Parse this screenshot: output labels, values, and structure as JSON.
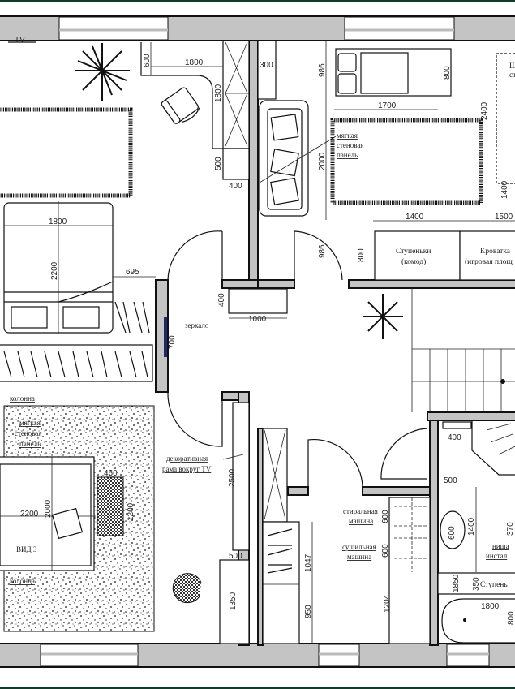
{
  "colors": {
    "border_green": "#0f3d2a",
    "wall": "#c4c4c4",
    "line": "#111111"
  },
  "bedroom": {
    "tv": "TV",
    "dim_desk_depth": "600",
    "dim_desk_len": "1800",
    "dim_desk_side": "1800",
    "dim_500": "500",
    "dim_400": "400",
    "dim_bed_w": "1800",
    "dim_bed_l": "2200",
    "dim_695": "695",
    "mirror": "зеркало",
    "dim_700": "700",
    "dim_1000": "1000"
  },
  "nursery": {
    "dim_300": "300",
    "dim_986_top": "986",
    "dim_800_bed": "800",
    "dim_1700": "1700",
    "panel_label": [
      "мягкая",
      "стеновая",
      "панель"
    ],
    "dim_2000": "2000",
    "dim_986_bottom": "986",
    "dim_2400": "2400",
    "dim_1400": "1400",
    "dim_1500": "1500",
    "dim_800": "800",
    "dim_1400_v": "1400",
    "steps_label": [
      "Ступеньки",
      "(комод)"
    ],
    "crib_label": [
      "Кроватка",
      "(игровая площ"
    ],
    "cut_label": [
      "Ш",
      "ст"
    ]
  },
  "living": {
    "column_top": "колонна",
    "panel_label": [
      "мягкая",
      "стеновая",
      "панель"
    ],
    "dim_2200": "2200",
    "dim_2000": "2000",
    "dim_460": "460",
    "dim_1200": "1200",
    "view": "ВИД 3",
    "column_bottom": "колонна",
    "tv_frame_label": [
      "декоративная",
      "рама вокруг TV"
    ],
    "dim_2500": "2500",
    "dim_500": "500",
    "dim_1350": "1350"
  },
  "hall": {
    "dim_1047": "1047",
    "dim_950": "950",
    "washer": [
      "стиральная",
      "машина"
    ],
    "dryer": [
      "сушильная",
      "машина"
    ],
    "dim_600a": "600",
    "dim_600b": "600",
    "dim_1204": "1204"
  },
  "bathroom": {
    "dim_400": "400",
    "dim_500": "500",
    "dim_1400": "1400",
    "dim_600": "600",
    "dim_370": "370",
    "niche": [
      "ниша",
      "инстал"
    ],
    "dim_1850": "1850",
    "dim_350": "350",
    "step": "Ступень",
    "dim_1800": "1800",
    "dim_800": "800"
  }
}
